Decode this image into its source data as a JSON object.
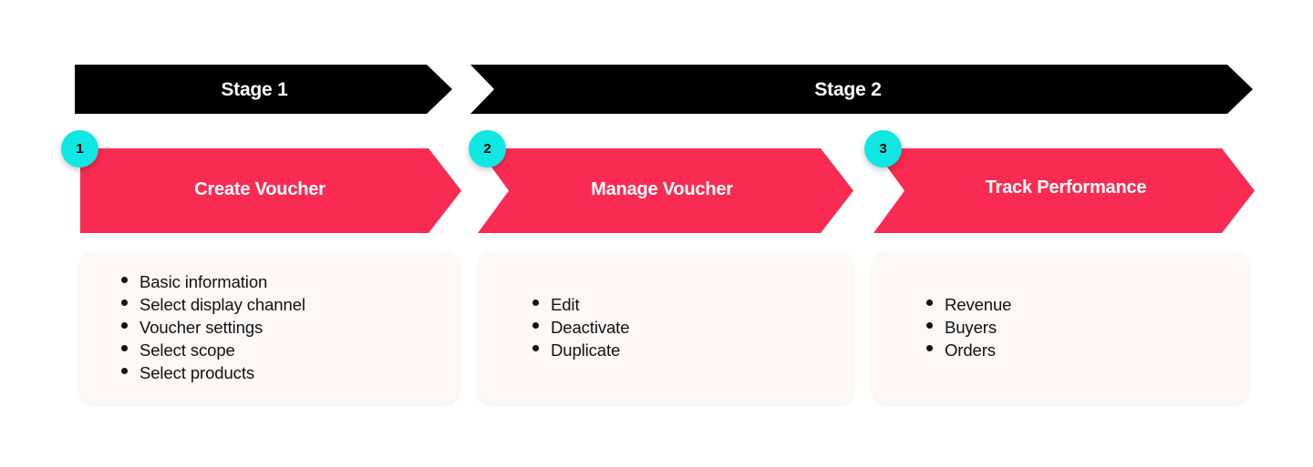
{
  "colors": {
    "background": "#ffffff",
    "banner": "#000000",
    "arrow": "#FA2B52",
    "badge": "#10E7E2",
    "card": "#FDF7F6",
    "text_dark": "#111111",
    "text_light": "#ffffff"
  },
  "stages": [
    {
      "label": "Stage 1"
    },
    {
      "label": "Stage 2"
    }
  ],
  "steps": [
    {
      "number": "1",
      "title": "Create Voucher",
      "items": [
        "Basic information",
        "Select display channel",
        "Voucher settings",
        "Select scope",
        "Select products"
      ]
    },
    {
      "number": "2",
      "title": "Manage Voucher",
      "items": [
        "Edit",
        "Deactivate",
        "Duplicate"
      ]
    },
    {
      "number": "3",
      "title": "Track Performance",
      "items": [
        "Revenue",
        "Buyers",
        "Orders"
      ]
    }
  ]
}
